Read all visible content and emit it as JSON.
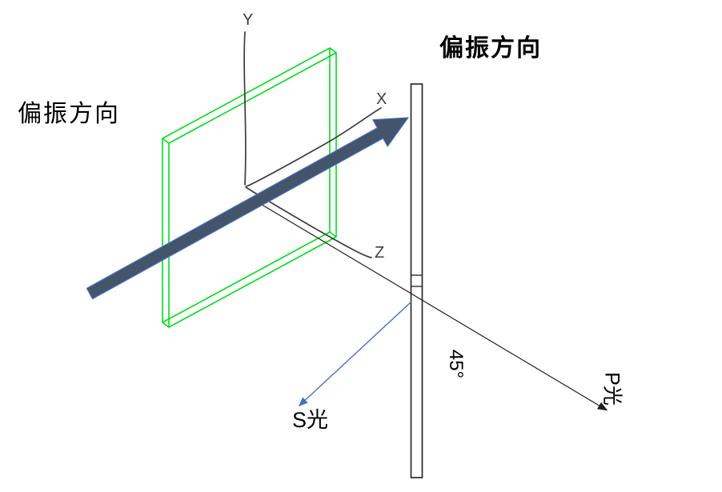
{
  "diagram": {
    "left_polarization_label": "偏振方向",
    "top_polarization_label": "偏振方向",
    "axes": {
      "x": "X",
      "y": "Y",
      "z": "Z"
    },
    "angle_label": "45°",
    "s_ray_label": "S光",
    "p_ray_label": "P光",
    "colors": {
      "plate_green": "#00DF1C",
      "arrow_fill": "#44546A",
      "arrow_outline": "#4472C4",
      "s_ray_blue": "#4472C4",
      "ray_black": "#1f1f1f",
      "axis_gray": "#3d3d3d",
      "bar_border": "#2b2b2b"
    }
  }
}
